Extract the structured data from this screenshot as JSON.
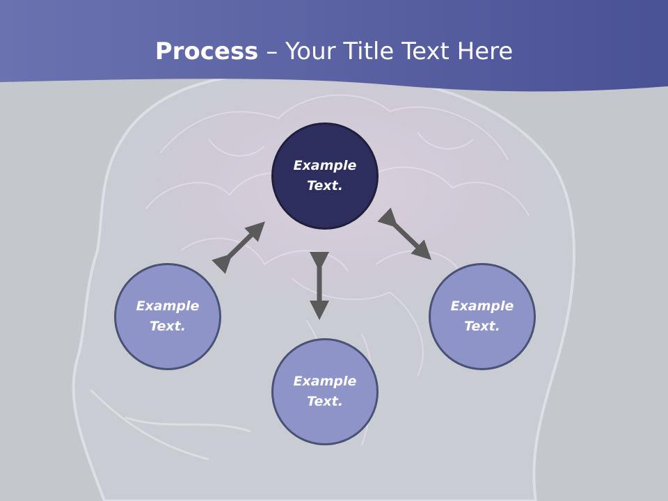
{
  "title": {
    "bold": "Process",
    "rest": " – Your Title Text Here"
  },
  "nodes": {
    "top": {
      "line1": "Example",
      "line2": "Text."
    },
    "left": {
      "line1": "Example",
      "line2": "Text."
    },
    "right": {
      "line1": "Example",
      "line2": "Text."
    },
    "bottom": {
      "line1": "Example",
      "line2": "Text."
    }
  },
  "colors": {
    "banner": "#4a5296",
    "background": "#c4c7cc",
    "node_dark": "#2e2e5e",
    "node_light": "#8e94c8",
    "arrow": "#5a5a5a"
  }
}
